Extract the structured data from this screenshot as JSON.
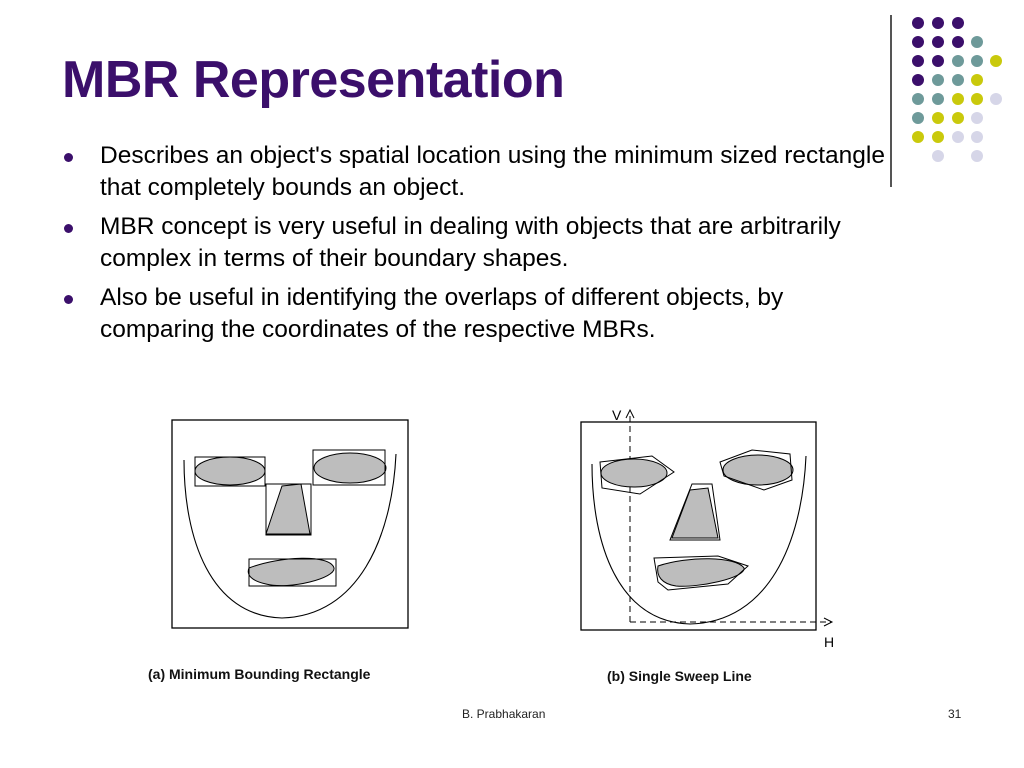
{
  "slide": {
    "title": "MBR Representation",
    "bullets": [
      "Describes an object's spatial location using the minimum sized rectangle that completely bounds an object.",
      "MBR concept is very useful in dealing with objects that are arbitrarily complex in terms of their boundary shapes.",
      "Also be useful in identifying the overlaps of different objects, by comparing the coordinates of the respective MBRs."
    ]
  },
  "figures": {
    "left_caption": "(a) Minimum Bounding Rectangle",
    "right_caption": "(b) Single Sweep Line",
    "axis_v": "V",
    "axis_h": "H"
  },
  "footer": {
    "author": "B. Prabhakaran",
    "page": "31"
  },
  "colors": {
    "title": "#3b0f6b",
    "dot_purple": "#3b0f6b",
    "dot_teal": "#6e9a9a",
    "dot_yellow": "#c9c90c",
    "dot_lavender": "#d6d6e8",
    "shape_fill": "#bdbdbd"
  }
}
